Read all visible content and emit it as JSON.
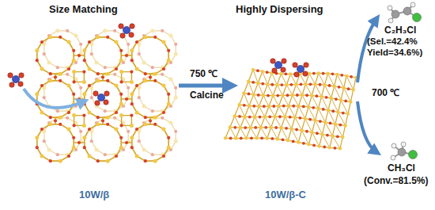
{
  "diagram": {
    "labels": [
      "Size Matching",
      "Highly Dispersing",
      "750 ℃",
      "Calcine",
      "10W/β",
      "10W/β-C",
      "700 ℃",
      "C₂H₃Cl",
      "(Sel.=42.4% Yield=34.6%)",
      "CH₃Cl",
      "(Conv.=81.5%)"
    ]
  }
}
